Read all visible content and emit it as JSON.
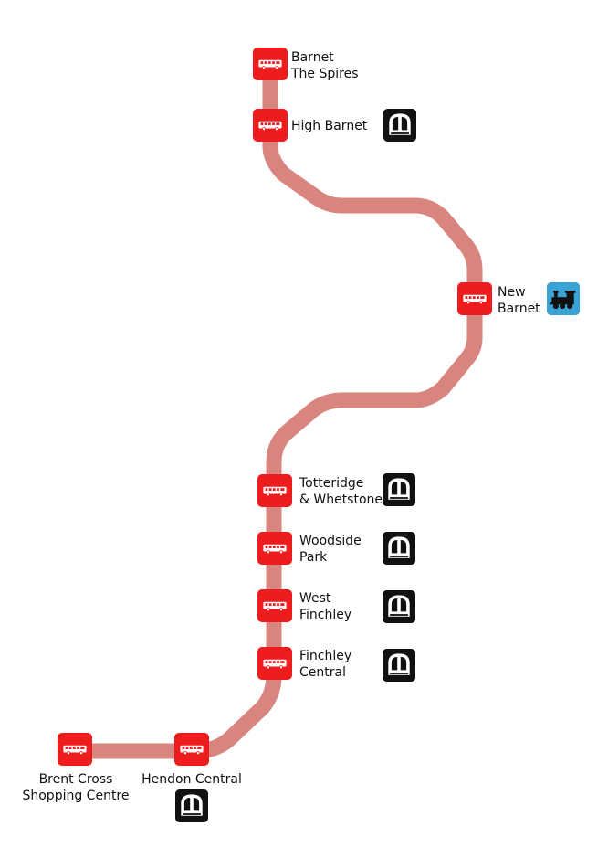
{
  "colors": {
    "route_line": "#d9857f",
    "bus_stop": "#ee1c1c",
    "underground_icon_bg": "#111111",
    "rail_icon_bg": "#3aa3d6"
  },
  "stops": [
    {
      "id": "barnet-the-spires",
      "label_lines": [
        "Barnet",
        "The Spires"
      ],
      "interchange": null
    },
    {
      "id": "high-barnet",
      "label_lines": [
        "High Barnet"
      ],
      "interchange": "underground-icon"
    },
    {
      "id": "new-barnet",
      "label_lines": [
        "New",
        "Barnet"
      ],
      "interchange": "steam-train-icon"
    },
    {
      "id": "totteridge-whetstone",
      "label_lines": [
        "Totteridge",
        "& Whetstone"
      ],
      "interchange": "underground-icon"
    },
    {
      "id": "woodside-park",
      "label_lines": [
        "Woodside",
        "Park"
      ],
      "interchange": "underground-icon"
    },
    {
      "id": "west-finchley",
      "label_lines": [
        "West",
        "Finchley"
      ],
      "interchange": "underground-icon"
    },
    {
      "id": "finchley-central",
      "label_lines": [
        "Finchley",
        "Central"
      ],
      "interchange": "underground-icon"
    },
    {
      "id": "hendon-central",
      "label_lines": [
        "Hendon Central"
      ],
      "interchange": "underground-icon"
    },
    {
      "id": "brent-cross",
      "label_lines": [
        "Brent Cross",
        "Shopping Centre"
      ],
      "interchange": null
    }
  ]
}
